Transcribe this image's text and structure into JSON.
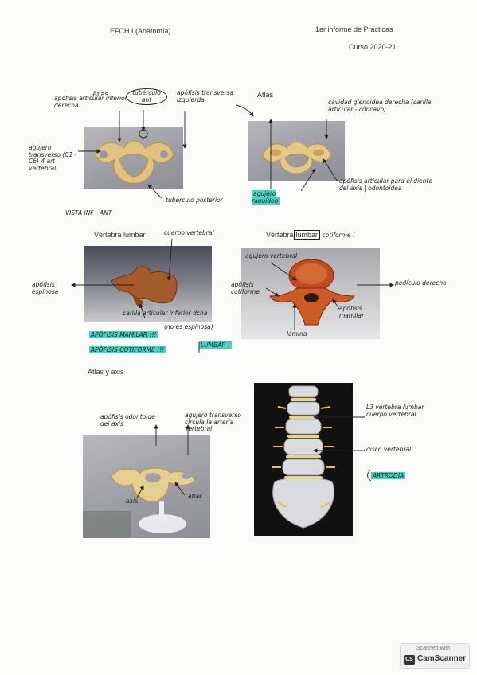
{
  "header": {
    "course": "EFCH I (Anatomía)",
    "report": "1er informe de Practicas",
    "year": "Curso 2020-21"
  },
  "section1": {
    "title_left": "Atlas",
    "title_right": "Atlas",
    "label_tuberculo_ant": "tubérculo ant",
    "label_apofisis_art_inf": "apófisis articular inferior derecha",
    "label_apofisis_trans_izq": "apófisis transversa izquierda",
    "label_agujero_trans": "agujero transverso (C1 - C6) 4 art vertebral",
    "label_tuberculo_post": "tubérculo posterior",
    "label_vista": "VISTA INF - ANT",
    "label_cavidad": "cavidad glenoidea derecha (carilla articular - cóncavo)",
    "label_agujero_raquideo": "agujero raquídeo",
    "label_apofisis_art_sup": "apófisis articular para el diente del axis | odontoidea"
  },
  "section2": {
    "title_left": "Vértebra lumbar",
    "title_right_pre": "Vértebra",
    "title_right_boxed": "lumbar",
    "title_right_post": "cotiforme !",
    "label_cuerpo_left": "cuerpo vertebral",
    "label_apofisis_espinosa": "apófisis espinosa",
    "label_carilla": "carilla articular inferior dcha",
    "label_no_espinosa": "(no es espinosa)",
    "label_mamilar_hl": "APÓFISIS MAMILAR !!!",
    "label_cotiforme_hl": "APÓFISIS COTIFORME !!!",
    "label_lumbar_hl": "LUMBAR !",
    "label_agujero_vert": "agujero vertebral",
    "label_apofisis_cotiforme": "apófisis cotiforme",
    "label_pediculo": "pedículo derecho",
    "label_apofisis_mamilar": "apófisis mamilar",
    "label_lamina": "lámina"
  },
  "section3": {
    "title": "Atlas y axis",
    "label_odontoide": "apófisis odontoide del axis",
    "label_agujero_trans": "agujero transverso circula la arteria vertebral",
    "label_axis": "axis",
    "label_atlas": "atlas",
    "label_vertebra_lumbar": "L3 vértebra lumbar cuerpo vertebral",
    "label_disco": "disco vertebral",
    "label_artrodia": "ARTRODIA"
  },
  "badge": {
    "scanned": "Scanned with",
    "cs": "CS",
    "name": "CamScanner"
  }
}
